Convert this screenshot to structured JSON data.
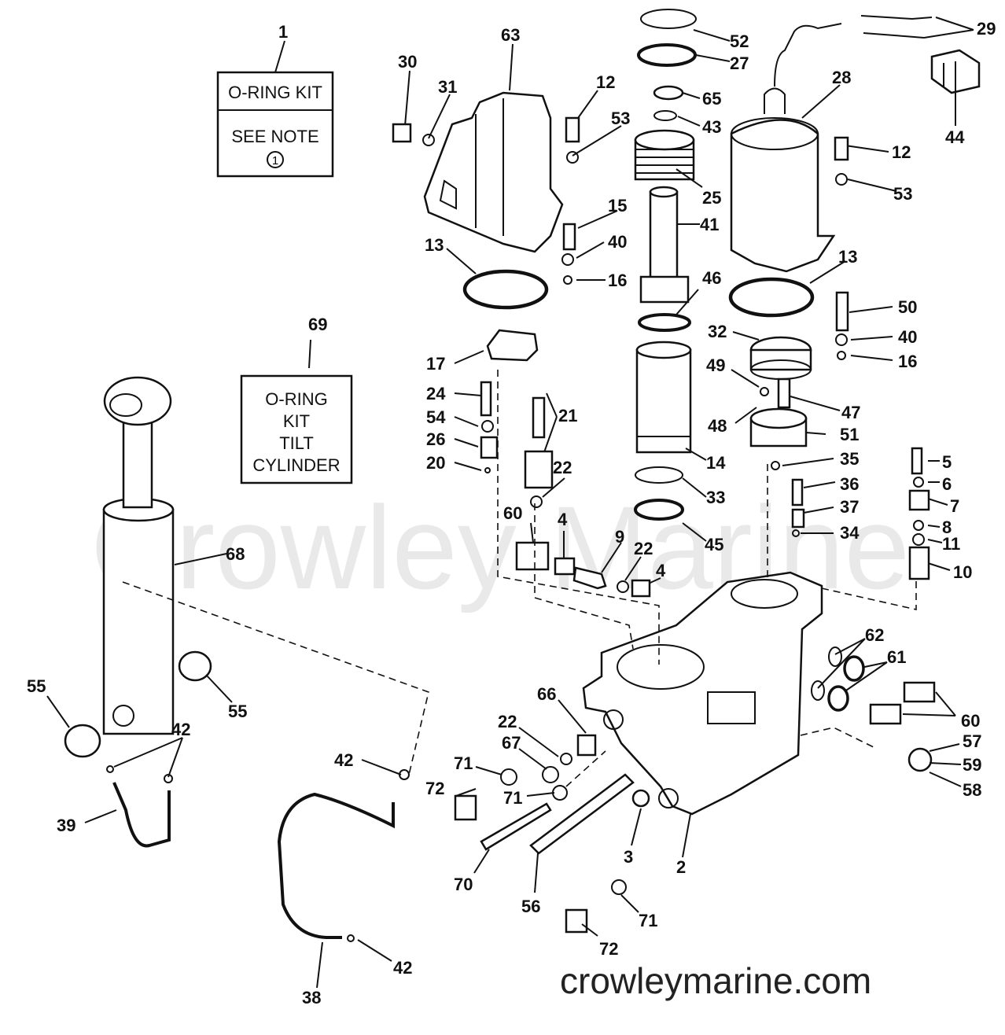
{
  "kit_box_1": {
    "line1": "O-RING KIT",
    "line2": "SEE NOTE",
    "note_symbol": "1"
  },
  "kit_box_69": {
    "lines": [
      "O-RING",
      "KIT",
      "TILT",
      "CYLINDER"
    ]
  },
  "watermark": "Crowley Marine",
  "footer": "crowleymarine.com",
  "callouts": {
    "c1": "1",
    "c63": "63",
    "c52": "52",
    "c27": "27",
    "c29": "29",
    "c30": "30",
    "c31": "31",
    "c12a": "12",
    "c53a": "53",
    "c65": "65",
    "c43": "43",
    "c28": "28",
    "c44": "44",
    "c12b": "12",
    "c53b": "53",
    "c25": "25",
    "c41": "41",
    "c15": "15",
    "c40a": "40",
    "c13a": "13",
    "c16a": "16",
    "c13b": "13",
    "c46": "46",
    "c50": "50",
    "c69": "69",
    "c32": "32",
    "c40b": "40",
    "c17": "17",
    "c16b": "16",
    "c49": "49",
    "c24": "24",
    "c21": "21",
    "c47": "47",
    "c54": "54",
    "c48": "48",
    "c51": "51",
    "c26": "26",
    "c14": "14",
    "c35": "35",
    "c5": "5",
    "c20": "20",
    "c22a": "22",
    "c36": "36",
    "c6": "6",
    "c33": "33",
    "c7": "7",
    "c60a": "60",
    "c4a": "4",
    "c37": "37",
    "c9": "9",
    "c8": "8",
    "c34": "34",
    "c45": "45",
    "c68": "68",
    "c22b": "22",
    "c11": "11",
    "c4b": "4",
    "c10": "10",
    "c62": "62",
    "c61": "61",
    "c55a": "55",
    "c55b": "55",
    "c66": "66",
    "c60b": "60",
    "c42a": "42",
    "c22c": "22",
    "c57": "57",
    "c42b": "42",
    "c67": "67",
    "c71a": "71",
    "c59": "59",
    "c72a": "72",
    "c58": "58",
    "c71b": "71",
    "c39": "39",
    "c3": "3",
    "c2": "2",
    "c70": "70",
    "c56": "56",
    "c71c": "71",
    "c72b": "72",
    "c42c": "42",
    "c38": "38"
  }
}
